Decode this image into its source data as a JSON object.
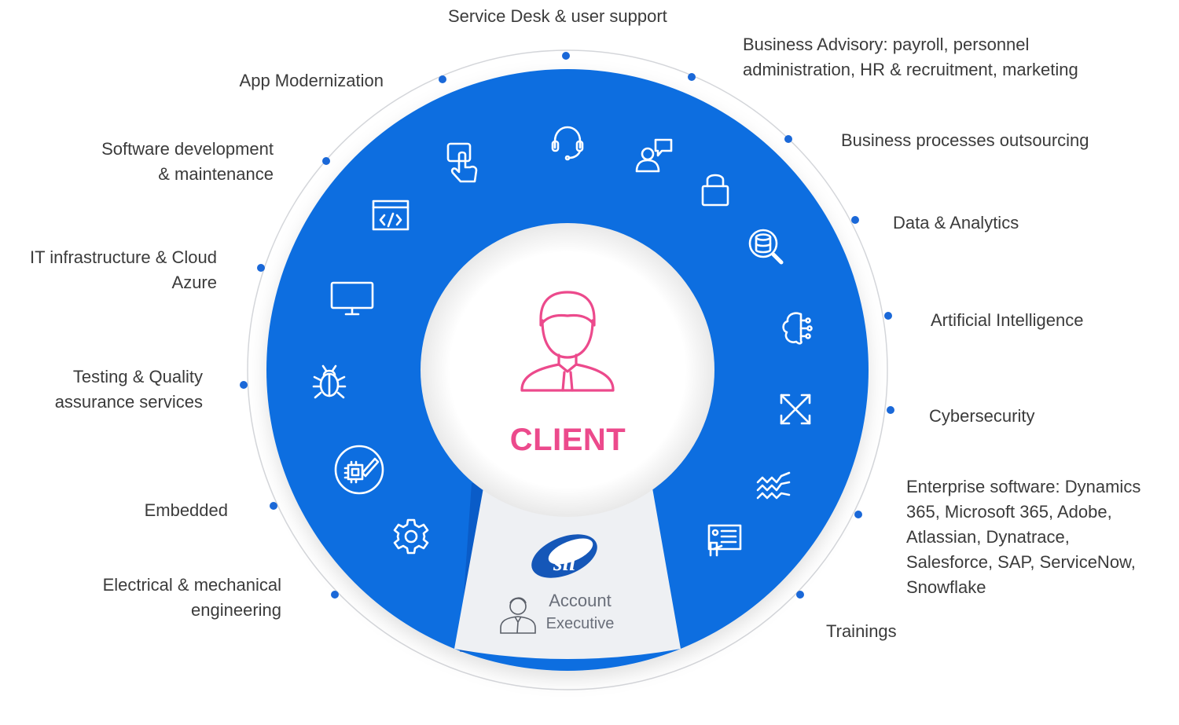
{
  "center": {
    "title": "CLIENT"
  },
  "account": {
    "line1": "Account",
    "line2": "Executive"
  },
  "colors": {
    "ring": "#116ee0",
    "ring_dark": "#0a56c6",
    "accent": "#ec4a8c",
    "dot": "#1a68d8",
    "outline": "#d4d6da"
  },
  "services": [
    {
      "lines": [
        "Service Desk & user support"
      ],
      "icon": "headset-icon"
    },
    {
      "lines": [
        "Business Advisory: payroll, personnel",
        "administration, HR & recruitment, marketing"
      ],
      "icon": "chat-user-icon"
    },
    {
      "lines": [
        "Business processes outsourcing"
      ],
      "icon": "lock-icon"
    },
    {
      "lines": [
        "Data & Analytics"
      ],
      "icon": "database-search-icon"
    },
    {
      "lines": [
        "Artificial Intelligence"
      ],
      "icon": "ai-brain-icon"
    },
    {
      "lines": [
        "Cybersecurity"
      ],
      "icon": "expand-arrows-icon"
    },
    {
      "lines": [
        "Enterprise software: Dynamics",
        "365, Microsoft 365, Adobe,",
        "Atlassian, Dynatrace,",
        "Salesforce, SAP, ServiceNow,",
        "Snowflake"
      ],
      "icon": "waves-icon"
    },
    {
      "lines": [
        "Trainings"
      ],
      "icon": "presentation-board-icon"
    },
    {
      "lines": [
        "Electrical & mechanical",
        "engineering"
      ],
      "icon": "gear-icon"
    },
    {
      "lines": [
        "Embedded"
      ],
      "icon": "chip-pen-icon"
    },
    {
      "lines": [
        "Testing & Quality",
        "assurance services"
      ],
      "icon": "bug-icon"
    },
    {
      "lines": [
        "IT infrastructure & Cloud",
        "Azure"
      ],
      "icon": "monitor-icon"
    },
    {
      "lines": [
        "Software development",
        "& maintenance"
      ],
      "icon": "code-window-icon"
    },
    {
      "lines": [
        "App Modernization"
      ],
      "icon": "touch-hand-icon"
    }
  ]
}
